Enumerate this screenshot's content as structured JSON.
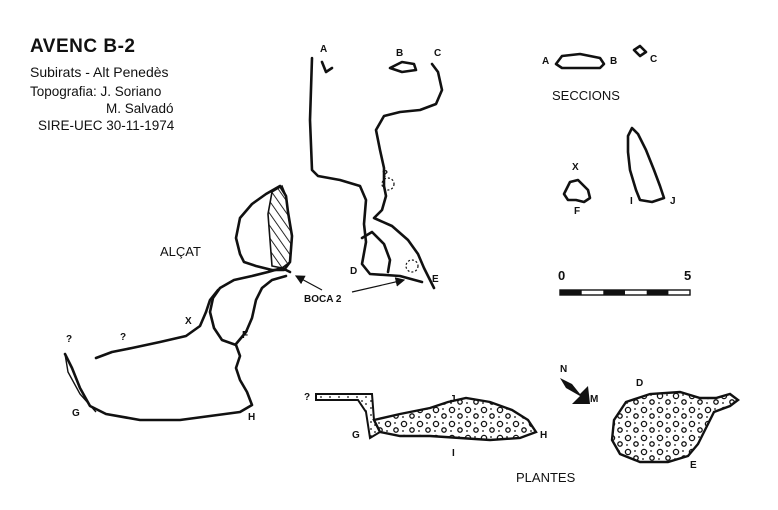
{
  "header": {
    "title": "AVENC B-2",
    "location": "Subirats - Alt Penedès",
    "topography_line1": "Topografia: J. Soriano",
    "topography_line2": "M. Salvadó",
    "credit": "SIRE-UEC  30-11-1974"
  },
  "labels": {
    "alcat": "ALÇAT",
    "seccions": "SECCIONS",
    "plantes": "PLANTES",
    "boca": "BOCA 2",
    "north": "N",
    "magnetic": "M"
  },
  "section_letters": {
    "a": "A",
    "b": "B",
    "c": "C",
    "d": "D",
    "e": "E",
    "f": "F",
    "g": "G",
    "h": "H",
    "i": "I",
    "j": "J",
    "x": "X",
    "q": "?"
  },
  "scale": {
    "min": "0",
    "max": "5",
    "segments": 6
  }
}
